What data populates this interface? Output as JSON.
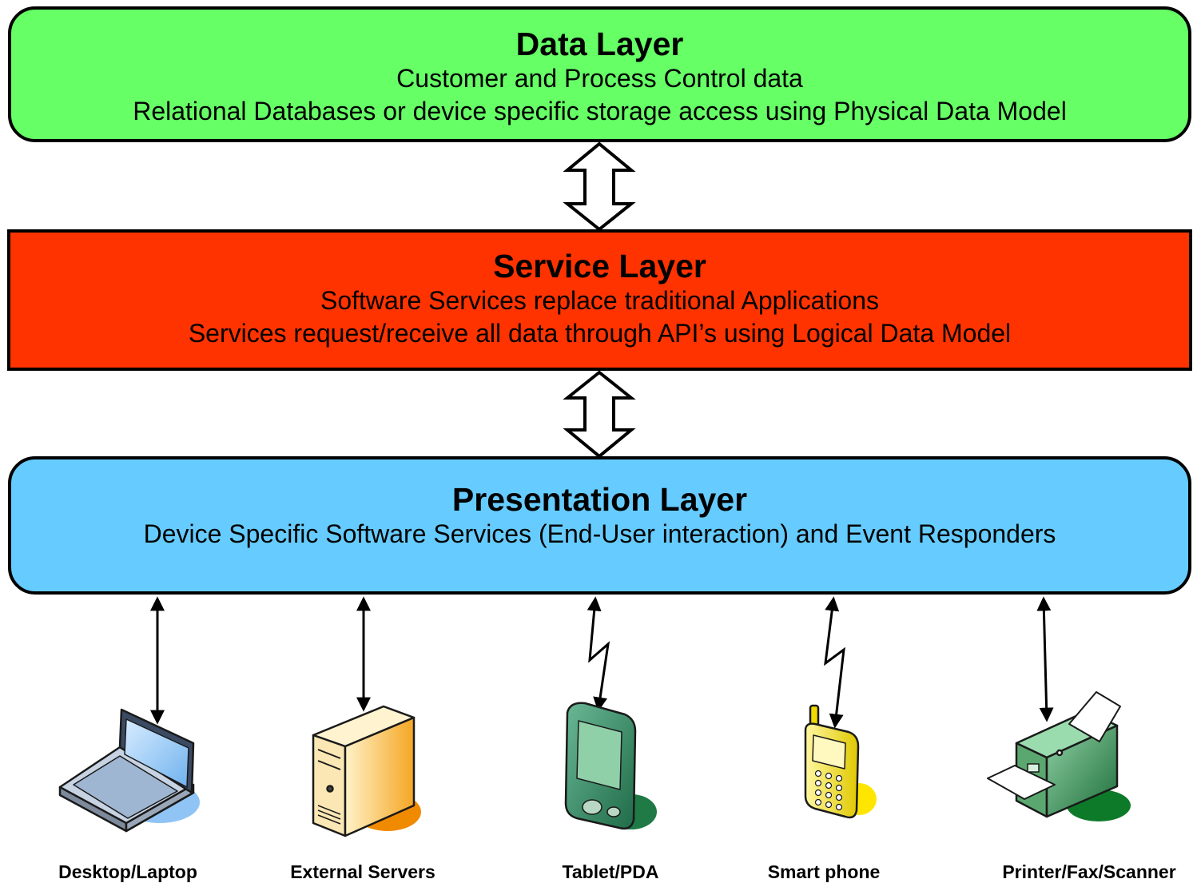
{
  "layers": {
    "data": {
      "title": "Data Layer",
      "line1": "Customer and Process Control data",
      "line2": "Relational Databases or device specific storage access using Physical Data Model",
      "color": "#66ff66"
    },
    "service": {
      "title": "Service Layer",
      "line1": "Software Services replace traditional Applications",
      "line2": "Services request/receive all data through API’s using Logical Data Model",
      "color": "#ff3300"
    },
    "presentation": {
      "title": "Presentation Layer",
      "line1": "Device Specific Software Services (End-User interaction) and Event Responders",
      "color": "#66ccff"
    }
  },
  "devices": [
    {
      "label": "Desktop/Laptop",
      "icon": "laptop-icon",
      "link": "wired"
    },
    {
      "label": "External Servers",
      "icon": "server-icon",
      "link": "wired"
    },
    {
      "label": "Tablet/PDA",
      "icon": "tablet-icon",
      "link": "wireless"
    },
    {
      "label": "Smart phone",
      "icon": "smartphone-icon",
      "link": "wireless"
    },
    {
      "label": "Printer/Fax/Scanner",
      "icon": "printer-icon",
      "link": "wired"
    }
  ]
}
